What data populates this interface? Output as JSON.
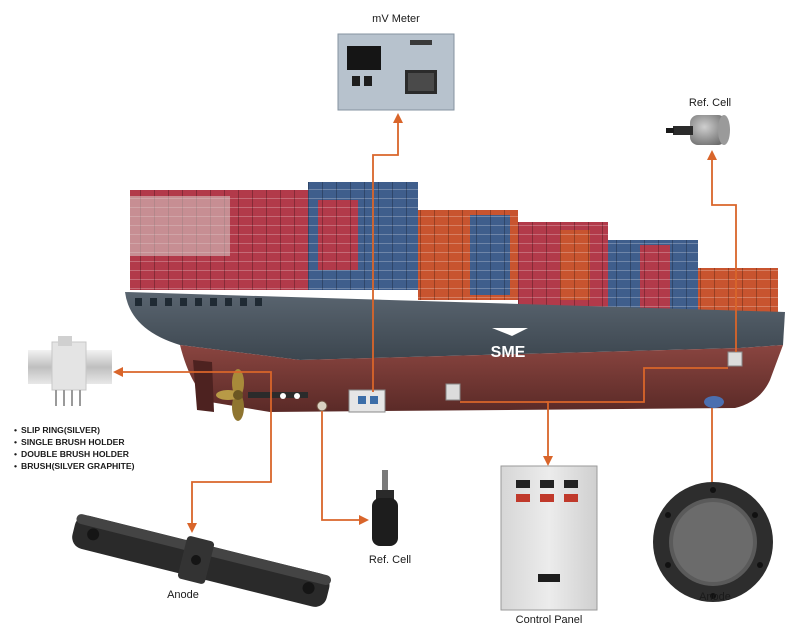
{
  "labels": {
    "mv_meter": "mV Meter",
    "ref_cell_top": "Ref. Cell",
    "ref_cell_bottom": "Ref. Cell",
    "anode_left": "Anode",
    "anode_right": "Anode",
    "control_panel": "Control Panel"
  },
  "ship_brand": "SME",
  "slip_ring_items": [
    "SLIP RING(SILVER)",
    "SINGLE BRUSH HOLDER",
    "DOUBLE BRUSH HOLDER",
    "BRUSH(SILVER GRAPHITE)"
  ],
  "colors": {
    "connector": "#d9652a",
    "hull_upper": "#4a5560",
    "hull_lower": "#7a3a36"
  }
}
